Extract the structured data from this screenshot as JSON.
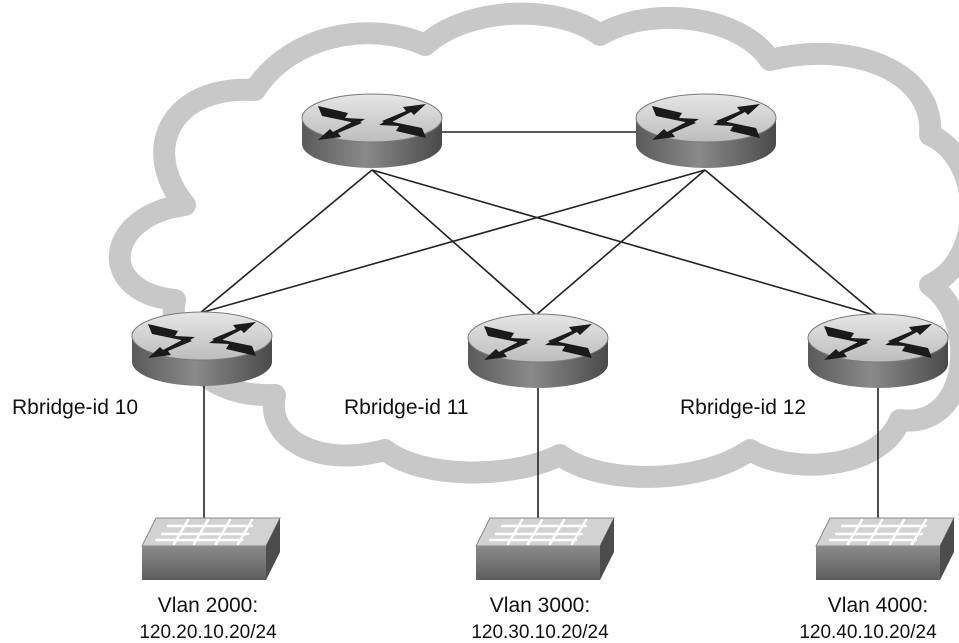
{
  "diagram": {
    "colors": {
      "cloud_fill": "#ffffff",
      "cloud_outline": "#c8c8c8",
      "router_top": "#d4d4d4",
      "router_side": "#6f6f6f",
      "switch_body": "#7a7a7a",
      "link": "#222222"
    },
    "routers": [
      {
        "icon": "router-icon"
      },
      {
        "icon": "router-icon"
      },
      {
        "icon": "router-icon",
        "label": "Rbridge-id 10"
      },
      {
        "icon": "router-icon",
        "label": "Rbridge-id 11"
      },
      {
        "icon": "router-icon",
        "label": "Rbridge-id 12"
      }
    ],
    "switches": [
      {
        "icon": "switch-icon",
        "vlan": "Vlan 2000:",
        "subnet": "120.20.10.20/24"
      },
      {
        "icon": "switch-icon",
        "vlan": "Vlan 3000:",
        "subnet": "120.30.10.20/24"
      },
      {
        "icon": "switch-icon",
        "vlan": "Vlan 4000:",
        "subnet": "120.40.10.20/24"
      }
    ]
  }
}
